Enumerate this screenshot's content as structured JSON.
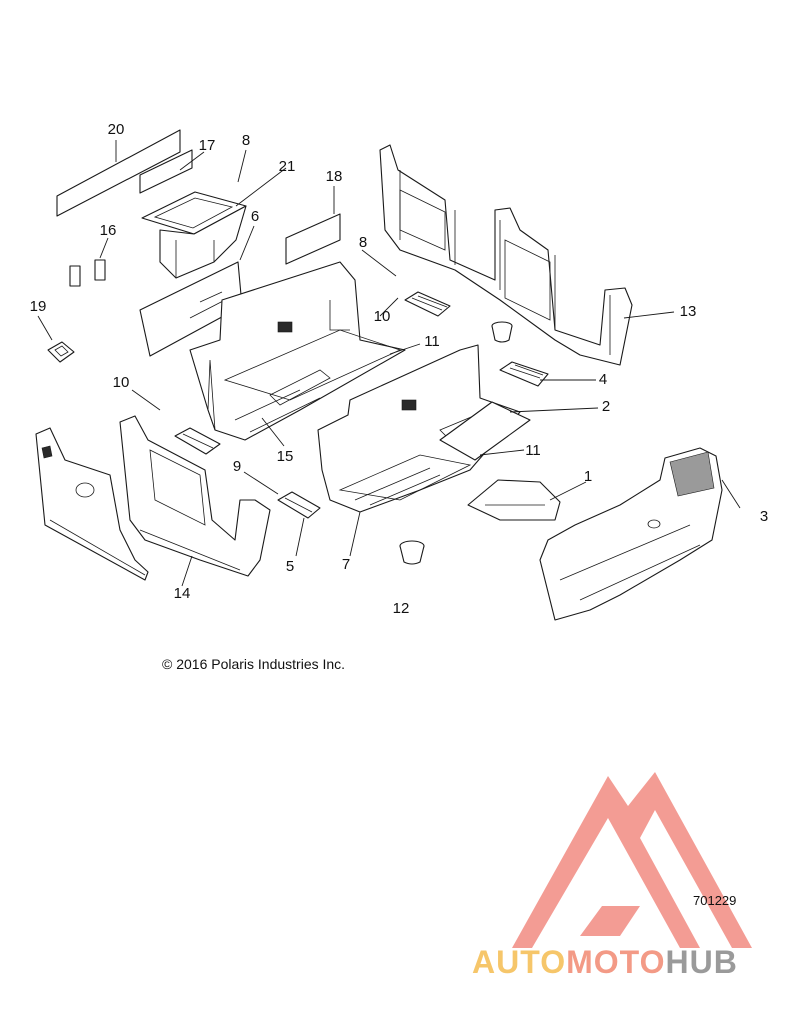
{
  "diagram": {
    "callouts": [
      "1",
      "2",
      "3",
      "4",
      "5",
      "6",
      "7",
      "8",
      "8",
      "9",
      "10",
      "10",
      "11",
      "11",
      "12",
      "13",
      "14",
      "15",
      "16",
      "17",
      "18",
      "19",
      "20",
      "21"
    ],
    "copyright": "© 2016 Polaris Industries Inc.",
    "diagram_number": "701229"
  },
  "watermark": {
    "part1": "AUTO",
    "part2": "MOTO",
    "part3": "HUB",
    "colors": {
      "auto": "#f6c66a",
      "moto": "#f39a86",
      "hub": "#9a9a9a",
      "logo": "#f28b82"
    }
  }
}
